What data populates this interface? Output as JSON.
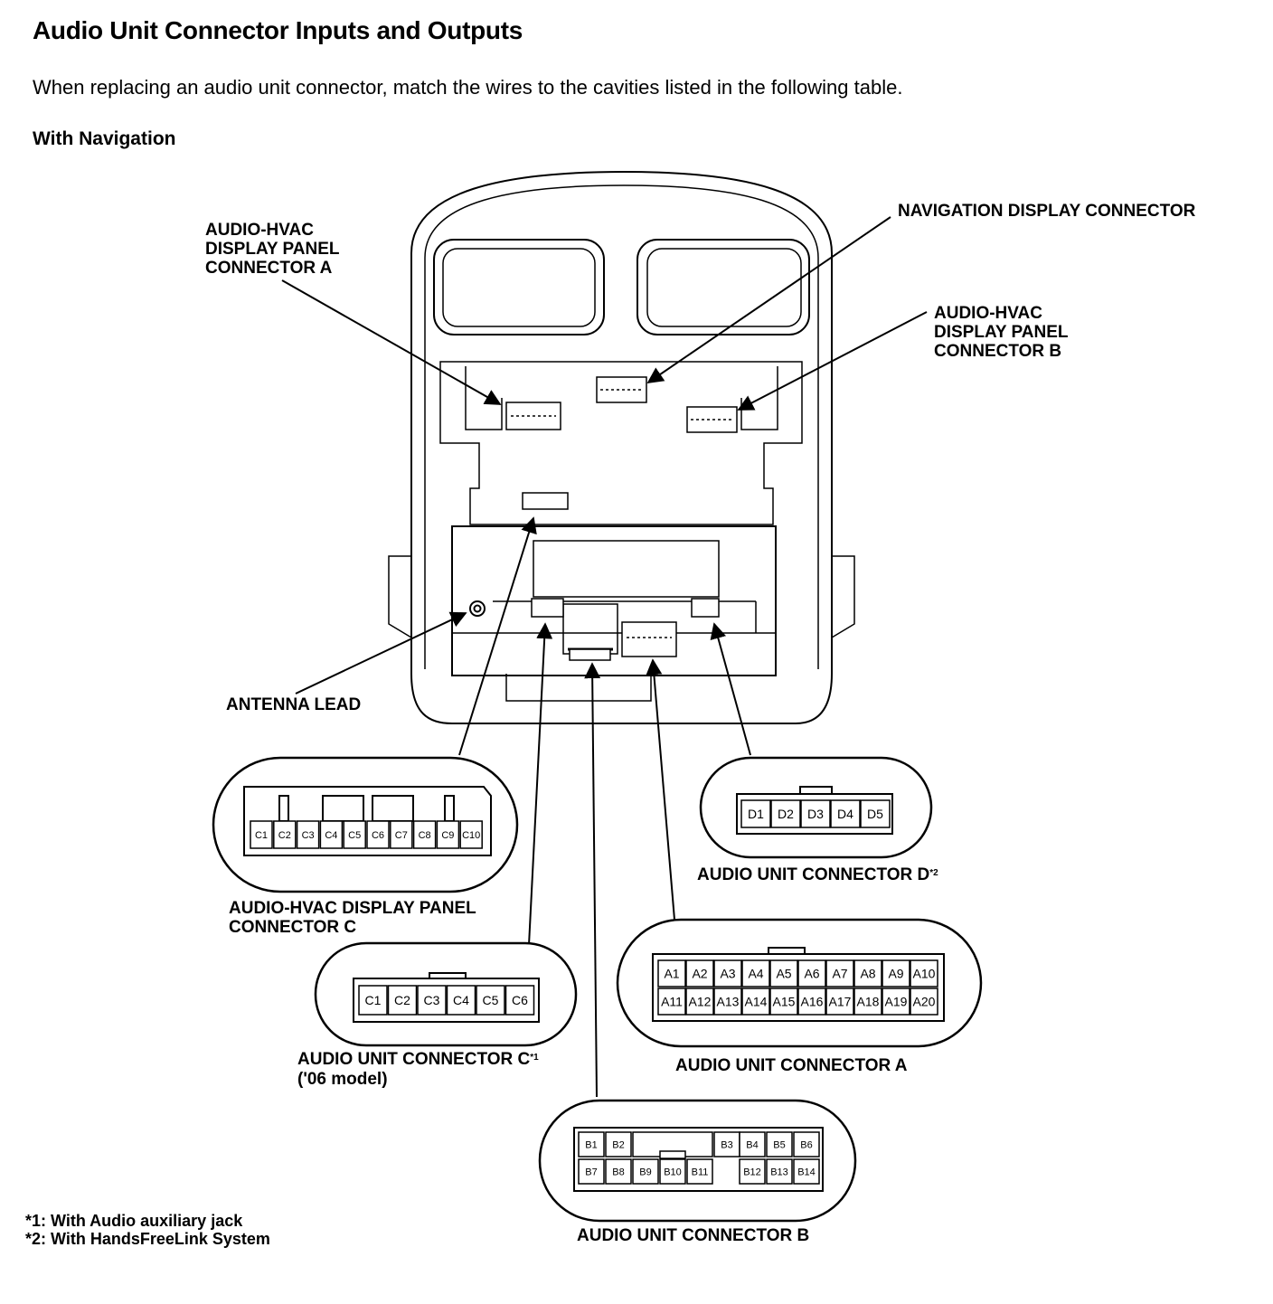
{
  "title": "Audio Unit Connector Inputs and Outputs",
  "intro": "When replacing an audio unit connector, match the wires to the cavities listed in the following table.",
  "section": "With Navigation",
  "labels": {
    "hvac_a": "AUDIO-HVAC\nDISPLAY PANEL\nCONNECTOR A",
    "nav_display": "NAVIGATION DISPLAY CONNECTOR",
    "hvac_b": "AUDIO-HVAC\nDISPLAY PANEL\nCONNECTOR B",
    "antenna": "ANTENNA LEAD",
    "hvac_c": "AUDIO-HVAC DISPLAY PANEL\nCONNECTOR C",
    "unit_d": "AUDIO UNIT CONNECTOR D",
    "unit_d_note": "*2",
    "unit_c": "AUDIO UNIT CONNECTOR C",
    "unit_c_note": "*1",
    "unit_c_model": "('06 model)",
    "unit_a": "AUDIO UNIT CONNECTOR A",
    "unit_b": "AUDIO UNIT CONNECTOR B"
  },
  "footnotes": [
    "*1: With Audio auxiliary jack",
    "*2: With HandsFreeLink System"
  ],
  "connectors": {
    "hvac_c_pins": [
      "C1",
      "C2",
      "C3",
      "C4",
      "C5",
      "C6",
      "C7",
      "C8",
      "C9",
      "C10"
    ],
    "unit_d_pins": [
      "D1",
      "D2",
      "D3",
      "D4",
      "D5"
    ],
    "unit_c_pins": [
      "C1",
      "C2",
      "C3",
      "C4",
      "C5",
      "C6"
    ],
    "unit_a_row1": [
      "A1",
      "A2",
      "A3",
      "A4",
      "A5",
      "A6",
      "A7",
      "A8",
      "A9",
      "A10"
    ],
    "unit_a_row2": [
      "A11",
      "A12",
      "A13",
      "A14",
      "A15",
      "A16",
      "A17",
      "A18",
      "A19",
      "A20"
    ],
    "unit_b_row1": [
      "B1",
      "B2",
      "",
      "",
      "",
      "B3",
      "B4",
      "B5",
      "B6"
    ],
    "unit_b_row2": [
      "B7",
      "B8",
      "B9",
      "B10",
      "B11",
      "",
      "B12",
      "B13",
      "B14"
    ]
  }
}
